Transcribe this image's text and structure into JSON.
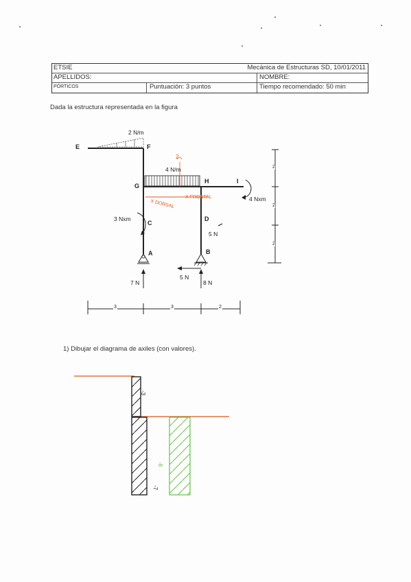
{
  "header": {
    "school": "ETSIE",
    "course": "Mecánica de Estructuras SD, 10/01/2011",
    "surname_label": "APELLIDOS:",
    "name_label": "NOMBRE:",
    "topic": "PÓRTICOS",
    "score": "Puntuación: 3 puntos",
    "time": "Tiempo recomendado: 50 min"
  },
  "statement": "Dada la estructura representada en la figura",
  "structure": {
    "nodes": {
      "E": "E",
      "F": "F",
      "G": "G",
      "H": "H",
      "I": "I",
      "C": "C",
      "D": "D",
      "A": "A",
      "B": "B"
    },
    "loads": {
      "triangular": "2 N/m",
      "uniform": "4 N/m",
      "moment_c": "3 Nxm",
      "moment_i": "4 Nxm",
      "force_d": "5 N",
      "reaction_a": "7 N",
      "reaction_b_h": "5 N",
      "reaction_b_v": "8 N"
    },
    "annotations": {
      "x_dorsal": "X DORSAL",
      "x_frontal": "X FRONTAL",
      "mark_top": "2"
    },
    "dims_h": [
      "3",
      "3",
      "2"
    ],
    "dims_v": [
      "2",
      "2",
      "2"
    ]
  },
  "question": "1) Dibujar el diagrama de axiles (con valores).",
  "diagram": {
    "left_top": "-3",
    "left_bottom": "-7",
    "right": "-8"
  }
}
